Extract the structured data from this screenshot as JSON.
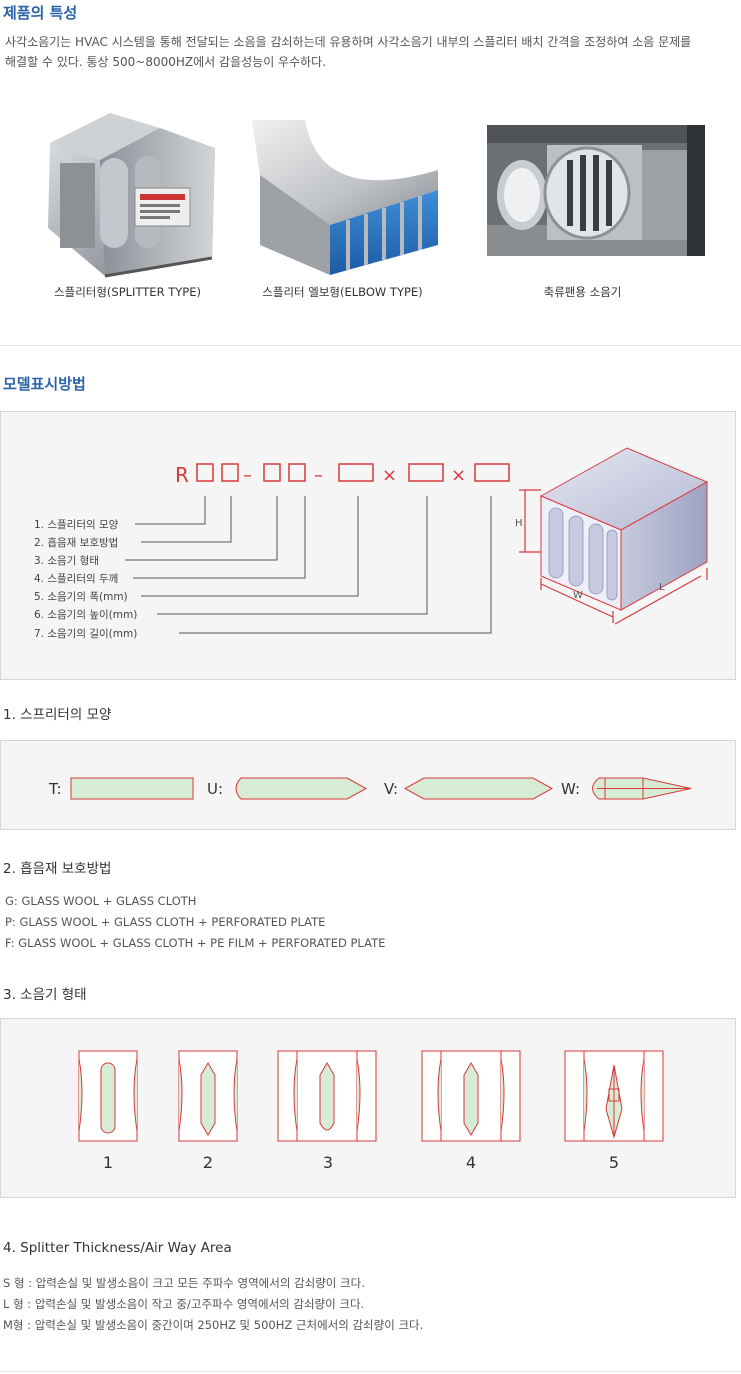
{
  "feature": {
    "title": "제품의 특성",
    "desc_line1": "사각소음기는 HVAC 시스템을 통해 전달되는 소음을 감쇠하는데 유용하며 사각소음기 내부의 스플리터 배치 간격을 조정하여 소음 문제를",
    "desc_line2": "해결할 수 있다. 통상 500~8000HZ에서 감을성능이 우수하다.",
    "products": [
      {
        "caption": "스플리터형(SPLITTER TYPE)"
      },
      {
        "caption": "스플리터 엘보형(ELBOW TYPE)"
      },
      {
        "caption": "축류팬용 소음기"
      }
    ]
  },
  "model": {
    "title": "모델표시방법",
    "code": {
      "prefix": "R",
      "dash": "–",
      "times": "×"
    },
    "items": [
      "1. 스플리터의 모양",
      "2. 흡음재 보호방법",
      "3. 소음기 형태",
      "4. 스플리터의 두께",
      "5. 소음기의 폭(mm)",
      "6. 소음기의 높이(mm)",
      "7. 소음기의 길이(mm)"
    ],
    "dims": {
      "h": "H",
      "w": "W",
      "l": "L"
    }
  },
  "shape": {
    "title": "1. 스프리터의 모양",
    "labels": {
      "t": "T:",
      "u": "U:",
      "v": "V:",
      "w": "W:"
    }
  },
  "protect": {
    "title": "2. 흡음재 보호방법",
    "lines": [
      "G: GLASS WOOL + GLASS CLOTH",
      "P: GLASS WOOL + GLASS CLOTH + PERFORATED PLATE",
      "F: GLASS WOOL + GLASS CLOTH + PE FILM + PERFORATED PLATE"
    ]
  },
  "form": {
    "title": "3. 소음기 형태",
    "numbers": [
      "1",
      "2",
      "3",
      "4",
      "5"
    ]
  },
  "thickness": {
    "title": "4. Splitter Thickness/Air Way Area",
    "lines": [
      "S 형 : 압력손실 및 발생소음이 크고 모든 주파수 영역에서의 감쇠량이 크다.",
      "L 형 : 압력손실 및 발생소음이 작고 중/고주파수 영역에서의 감쇠량이 크다.",
      "M형 : 압력손실 및 발생소음이 중간이며 250HZ 및 500HZ 근처에서의 감쇠량이 크다."
    ]
  },
  "colors": {
    "accent": "#2a63a8",
    "line_red": "#d8393b",
    "fill_green": "#d7ecd5"
  }
}
